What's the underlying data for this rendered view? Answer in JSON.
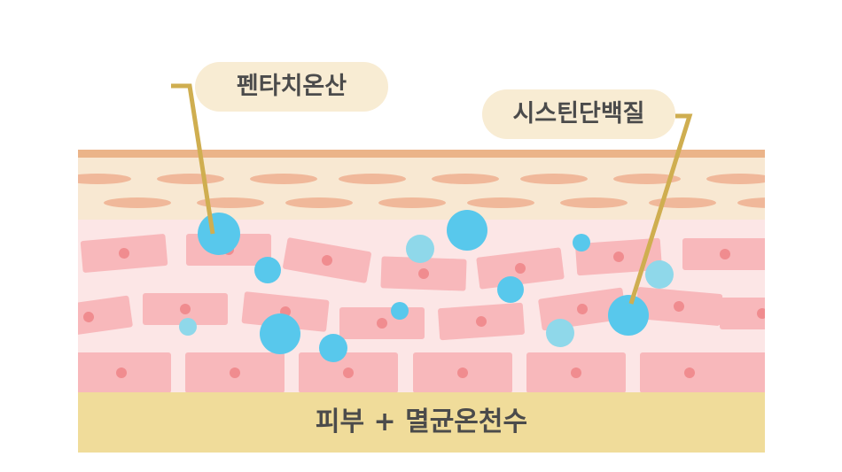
{
  "labels": {
    "left": "펜타치온산",
    "right": "시스틴단백질"
  },
  "base_label": "피부 + 멸균온천수",
  "colors": {
    "top_line": "#ebb489",
    "upper_layer": "#f8e8d2",
    "ellipse": "#f0b89a",
    "dermis": "#fce6e6",
    "cell": "#f8b8bb",
    "nucleus": "#f08c8f",
    "base": "#f0dc9a",
    "bubble": "#58c8ec",
    "bubble_light": "#8fd8ea",
    "pointer": "#cfae50"
  }
}
